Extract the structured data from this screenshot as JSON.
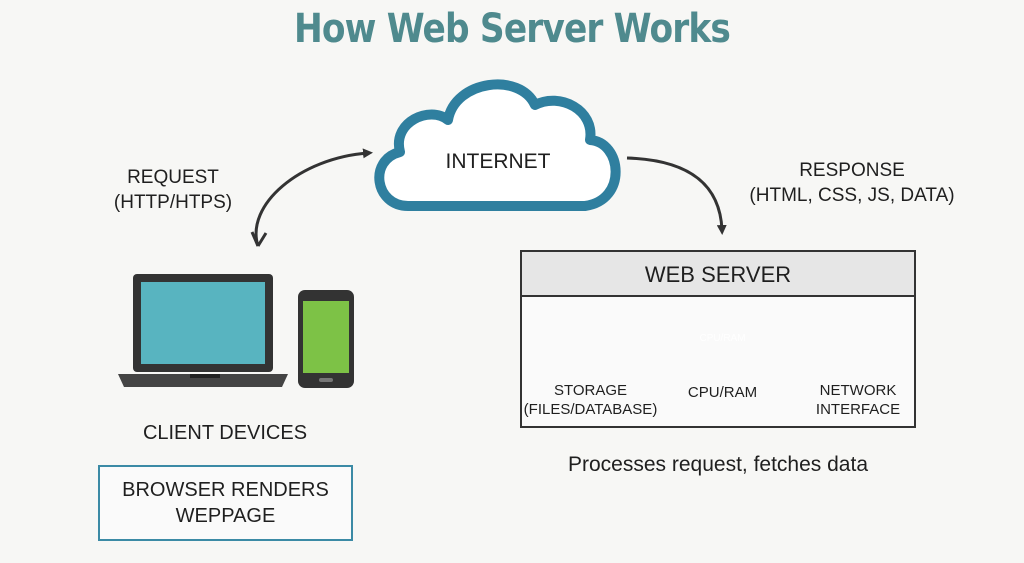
{
  "title": "How Web Server Works",
  "cloud": {
    "label": "INTERNET"
  },
  "request": {
    "line1": "REQUEST",
    "line2": "(HTTP/HTPS)"
  },
  "response": {
    "line1": "RESPONSE",
    "line2": "(HTML, CSS, JS, DATA)"
  },
  "client": {
    "label": "CLIENT DEVICES"
  },
  "browser": {
    "label": "BROWSER RENDERS WEPPAGE"
  },
  "server": {
    "header": "WEB SERVER",
    "components": [
      {
        "name": "STORAGE",
        "sub": "(FILES/DATABASE)"
      },
      {
        "name": "CPU/RAM",
        "chip_text": "CPU/RAM"
      },
      {
        "name": "NETWORK",
        "sub": "INTERFACE"
      }
    ],
    "caption": "Processes request, fetches data"
  },
  "colors": {
    "title": "#4f8a8e",
    "cloud_stroke": "#2f7f9f",
    "laptop_screen": "#58b4c0",
    "phone_screen": "#7dc246",
    "storage_chip": "#7fbf2f",
    "cpu_chip": "#2e7aa8",
    "antenna": "#3a8cbf"
  }
}
